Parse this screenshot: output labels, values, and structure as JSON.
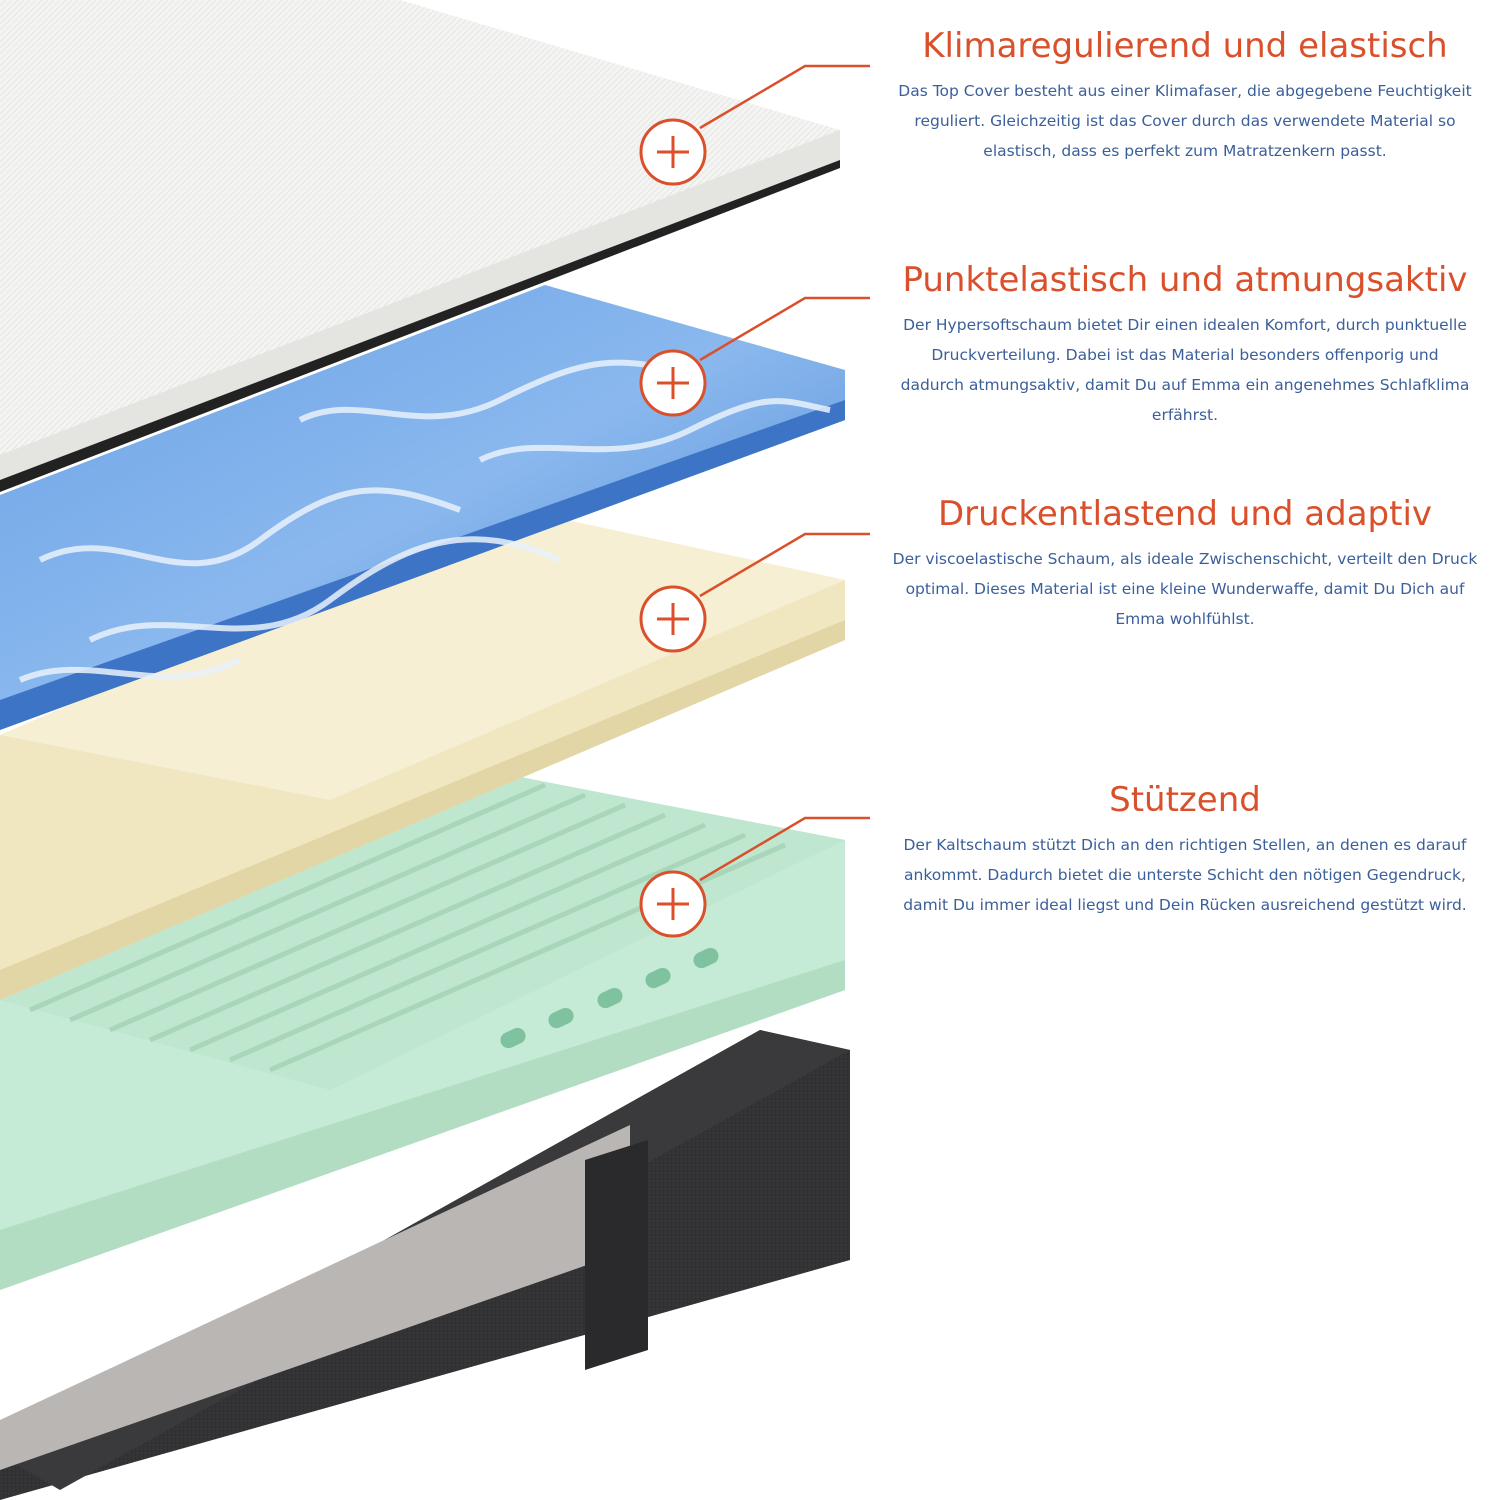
{
  "colors": {
    "accent": "#d9502b",
    "body_text": "#3b5f9a",
    "cover": "#f6f6f4",
    "hypersoft_foam": "#5b93dd",
    "visco_foam": "#f3ebc8",
    "cold_foam": "#bfe6cf",
    "base_cover": "#2f2f31"
  },
  "icons": [
    "plus-circle-icon",
    "plus-circle-icon",
    "plus-circle-icon",
    "plus-circle-icon"
  ],
  "features": [
    {
      "title": "Klimaregulierend und elastisch",
      "lines": [
        "Das Top Cover besteht aus einer Klimafaser, die abgegebene Feuchtigkeit",
        "reguliert. Gleichzeitig ist das Cover durch das verwendete Material so",
        "elastisch, dass es perfekt zum Matratzenkern passt."
      ]
    },
    {
      "title": "Punktelastisch und atmungsaktiv",
      "lines": [
        "Der Hypersoftschaum bietet Dir einen idealen Komfort, durch punktuelle",
        "Druckverteilung. Dabei ist das Material besonders offenporig und",
        "dadurch atmungsaktiv, damit Du auf Emma ein angenehmes Schlafklima",
        "erfährst."
      ]
    },
    {
      "title": "Druckentlastend und adaptiv",
      "lines": [
        "Der viscoelastische Schaum, als ideale Zwischenschicht, verteilt den Druck",
        "optimal. Dieses Material ist eine kleine Wunderwaffe, damit Du Dich auf",
        "Emma wohlfühlst."
      ]
    },
    {
      "title": "Stützend",
      "lines": [
        "Der Kaltschaum stützt Dich an den richtigen Stellen, an denen es darauf",
        "ankommt. Dadurch bietet die unterste Schicht den nötigen Gegendruck,",
        "damit Du immer ideal liegst und Dein Rücken ausreichend gestützt wird."
      ]
    }
  ]
}
